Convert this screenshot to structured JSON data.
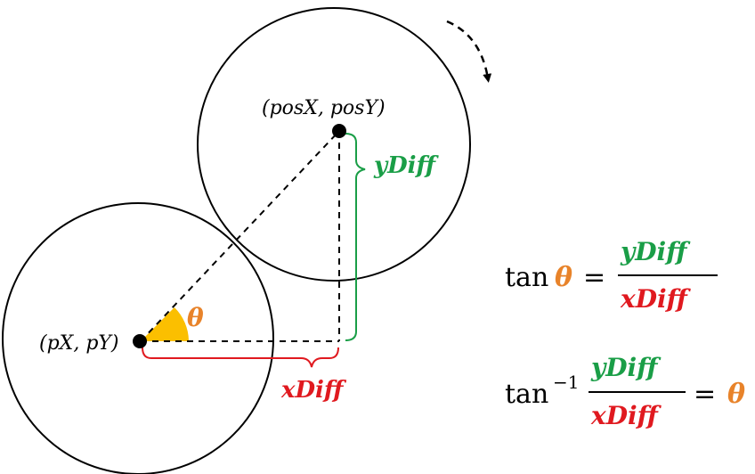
{
  "labels": {
    "pos_point": "(posX, posY)",
    "player_point": "(pX, pY)",
    "y_diff": "yDiff",
    "x_diff": "xDiff",
    "theta": "θ"
  },
  "formula_tan": {
    "func": "tan",
    "theta": "θ",
    "equals": "=",
    "numerator": "yDiff",
    "denominator": "xDiff"
  },
  "formula_atan": {
    "func": "tan",
    "exponent": "−1",
    "numerator": "yDiff",
    "denominator": "xDiff",
    "equals": "=",
    "theta": "θ"
  },
  "colors": {
    "y_diff": "#1a9e47",
    "x_diff": "#e0191f",
    "theta": "#e8832a",
    "angle_fill": "#fbbf00",
    "stroke": "#000000"
  }
}
